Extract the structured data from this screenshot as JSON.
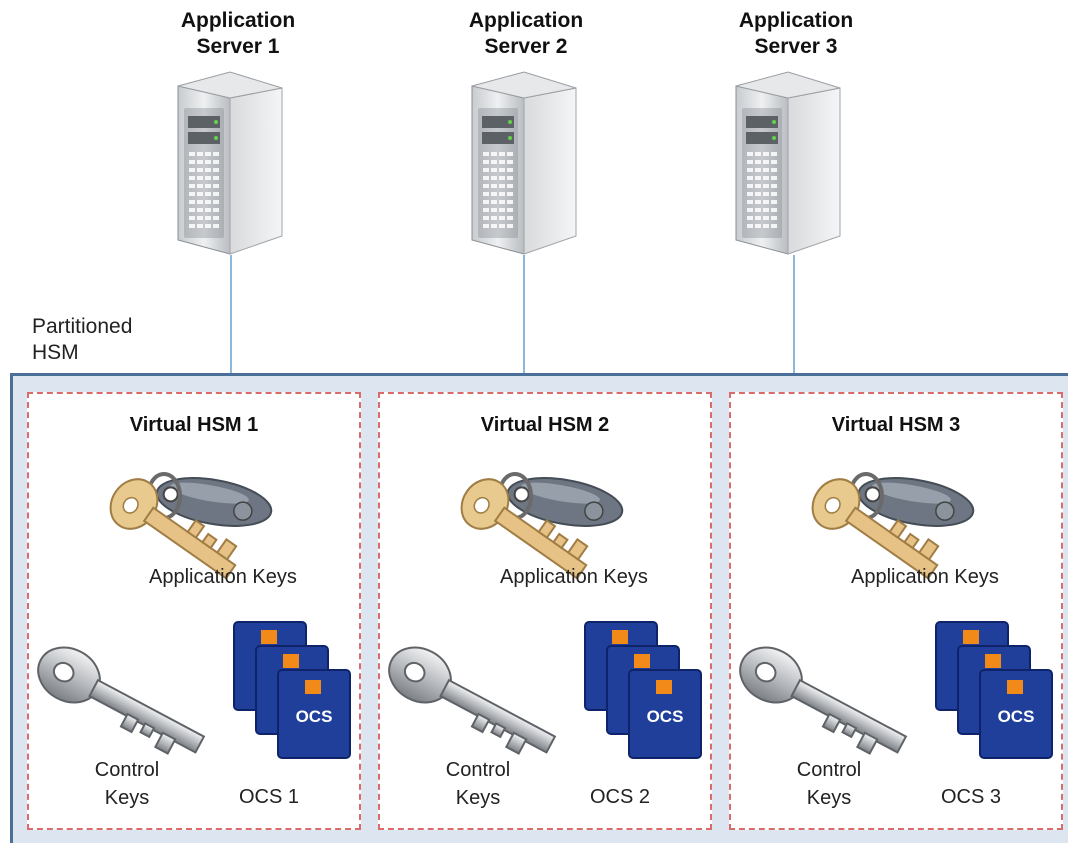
{
  "servers": [
    {
      "title_line1": "Application",
      "title_line2": "Server 1",
      "icon": "server-tower-icon"
    },
    {
      "title_line1": "Application",
      "title_line2": "Server 2",
      "icon": "server-tower-icon"
    },
    {
      "title_line1": "Application",
      "title_line2": "Server 3",
      "icon": "server-tower-icon"
    }
  ],
  "partition": {
    "label_line1": "Partitioned",
    "label_line2": "HSM"
  },
  "virtual_hsms": [
    {
      "title": "Virtual HSM 1",
      "app_keys_label": "Application Keys",
      "control_keys_line1": "Control",
      "control_keys_line2": "Keys",
      "ocs_label": "OCS 1",
      "card_text": "OCS"
    },
    {
      "title": "Virtual HSM 2",
      "app_keys_label": "Application Keys",
      "control_keys_line1": "Control",
      "control_keys_line2": "Keys",
      "ocs_label": "OCS 2",
      "card_text": "OCS"
    },
    {
      "title": "Virtual HSM 3",
      "app_keys_label": "Application Keys",
      "control_keys_line1": "Control",
      "control_keys_line2": "Keys",
      "ocs_label": "OCS 3",
      "card_text": "OCS"
    }
  ],
  "colors": {
    "frame_border": "#4a6f99",
    "frame_fill": "#dde6f0",
    "dashed_border": "#d96b6b",
    "connector": "#8fb6db",
    "card_blue": "#1f3f9a",
    "card_orange": "#f28a1a"
  }
}
